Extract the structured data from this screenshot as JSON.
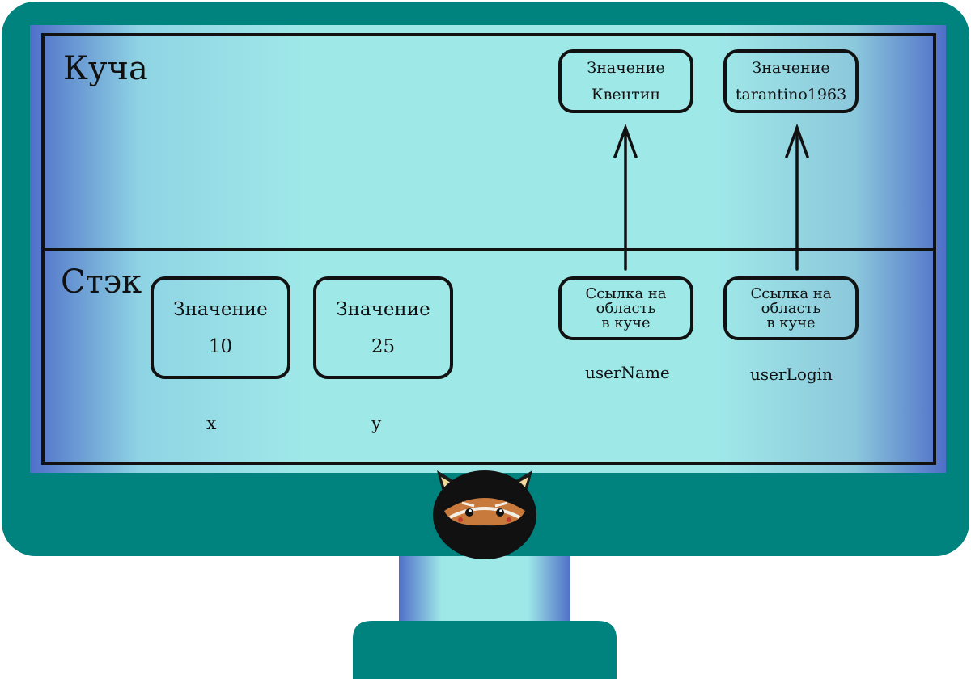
{
  "colors": {
    "monitor_frame": "#00827f",
    "screen_center": "#9fe8e8",
    "screen_edge": "#4f6fc8",
    "outline": "#111111"
  },
  "heap": {
    "title": "Куча",
    "boxes": [
      {
        "label": "Значение",
        "value": "Квентин"
      },
      {
        "label": "Значение",
        "value": "tarantino1963"
      }
    ]
  },
  "stack": {
    "title": "Стэк",
    "value_boxes": [
      {
        "label": "Значение",
        "value": "10",
        "var": "x"
      },
      {
        "label": "Значение",
        "value": "25",
        "var": "y"
      }
    ],
    "ref_boxes": [
      {
        "line1": "Ссылка на",
        "line2": "область",
        "line3": "в куче",
        "var": "userName"
      },
      {
        "line1": "Ссылка на",
        "line2": "область",
        "line3": "в куче",
        "var": "userLogin"
      }
    ]
  },
  "mascot_icon": "ninja-cat-icon"
}
